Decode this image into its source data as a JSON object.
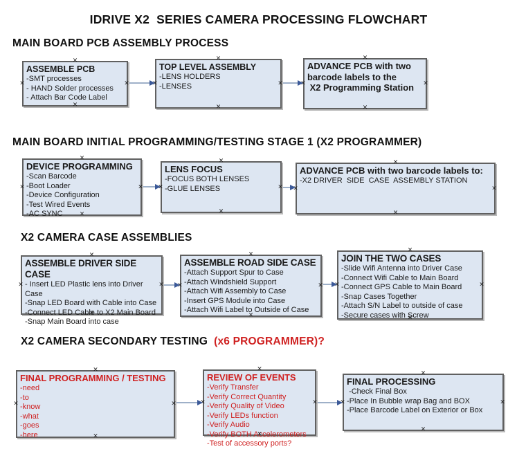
{
  "title": "IDRIVE X2  SERIES CAMERA PROCESSING FLOWCHART",
  "colors": {
    "box_fill": "#dde6f2",
    "box_border": "#606060",
    "arrow_line": "#9eb0c8",
    "arrow_head": "#3b5998",
    "red_accent": "#cf2020",
    "text": "#1a1a1a"
  },
  "icons": {
    "connection_handle": "×"
  },
  "sections": [
    {
      "heading": "MAIN BOARD PCB ASSEMBLY PROCESS"
    },
    {
      "heading": "MAIN BOARD INITIAL PROGRAMMING/TESTING STAGE 1 (X2 PROGRAMMER)"
    },
    {
      "heading": "X2 CAMERA CASE ASSEMBLIES"
    },
    {
      "heading": "X2 CAMERA SECONDARY TESTING",
      "heading_suffix": "  (x6 PROGRAMMER)?"
    }
  ],
  "boxes": [
    {
      "title": "ASSEMBLE PCB",
      "lines": [
        "-SMT processes",
        "- HAND Solder processes",
        "- Attach Bar Code Label"
      ]
    },
    {
      "title": "TOP LEVEL ASSEMBLY",
      "lines": [
        "-LENS HOLDERS",
        "-LENSES"
      ]
    },
    {
      "title": "ADVANCE PCB with two",
      "lines": [
        "barcode labels to the",
        " X2 Programming Station"
      ]
    },
    {
      "title": "DEVICE PROGRAMMING",
      "lines": [
        "-Scan Barcode",
        "-Boot Loader",
        "-Device Configuration",
        "-Test Wired Events",
        "-AC SYNC"
      ]
    },
    {
      "title": "LENS FOCUS",
      "lines": [
        "-FOCUS BOTH LENSES",
        "-GLUE LENSES"
      ]
    },
    {
      "title": "ADVANCE PCB with two barcode labels to:",
      "lines": [
        "-X2 DRIVER  SIDE  CASE  ASSEMBLY STATION"
      ]
    },
    {
      "title": "ASSEMBLE DRIVER SIDE CASE",
      "lines": [
        "- Insert LED Plastic lens into Driver Case",
        "-Snap LED Board with Cable into Case",
        "-Connect LED Cable to X2 Main Board",
        "-Snap Main Board into case"
      ]
    },
    {
      "title": "ASSEMBLE ROAD SIDE CASE",
      "lines": [
        "-Attach Support Spur to Case",
        "-Attach Windshield Support",
        "-Attach Wifi Assembly to Case",
        "-Insert GPS Module into Case",
        "-Attach Wifi Label to Outside of Case"
      ]
    },
    {
      "title": "JOIN THE TWO CASES",
      "lines": [
        "-Slide Wifi Antenna into Driver Case",
        "-Connect Wifi Cable to Main Board",
        "-Connect GPS Cable to Main Board",
        "-Snap Cases Together",
        "-Attach S/N Label to outside of case",
        "-Secure cases with Screw"
      ]
    },
    {
      "title": "FINAL PROGRAMMING / TESTING",
      "lines": [
        "-need",
        "-to",
        "-know",
        "-what",
        "-goes",
        "-here"
      ]
    },
    {
      "title": "REVIEW OF EVENTS",
      "lines": [
        "-Verify Transfer",
        "-Verify Correct Quantity",
        "-Verify Quality of Video",
        "-Verify LEDs function",
        "-Verify Audio",
        "-Verify BOTH Accelerometers",
        "-Test of accessory ports?"
      ]
    },
    {
      "title": "FINAL PROCESSING",
      "lines": [
        " -Check Final Box",
        "-Place In Bubble wrap Bag and BOX",
        "-Place Barcode Label on Exterior or Box"
      ]
    }
  ]
}
